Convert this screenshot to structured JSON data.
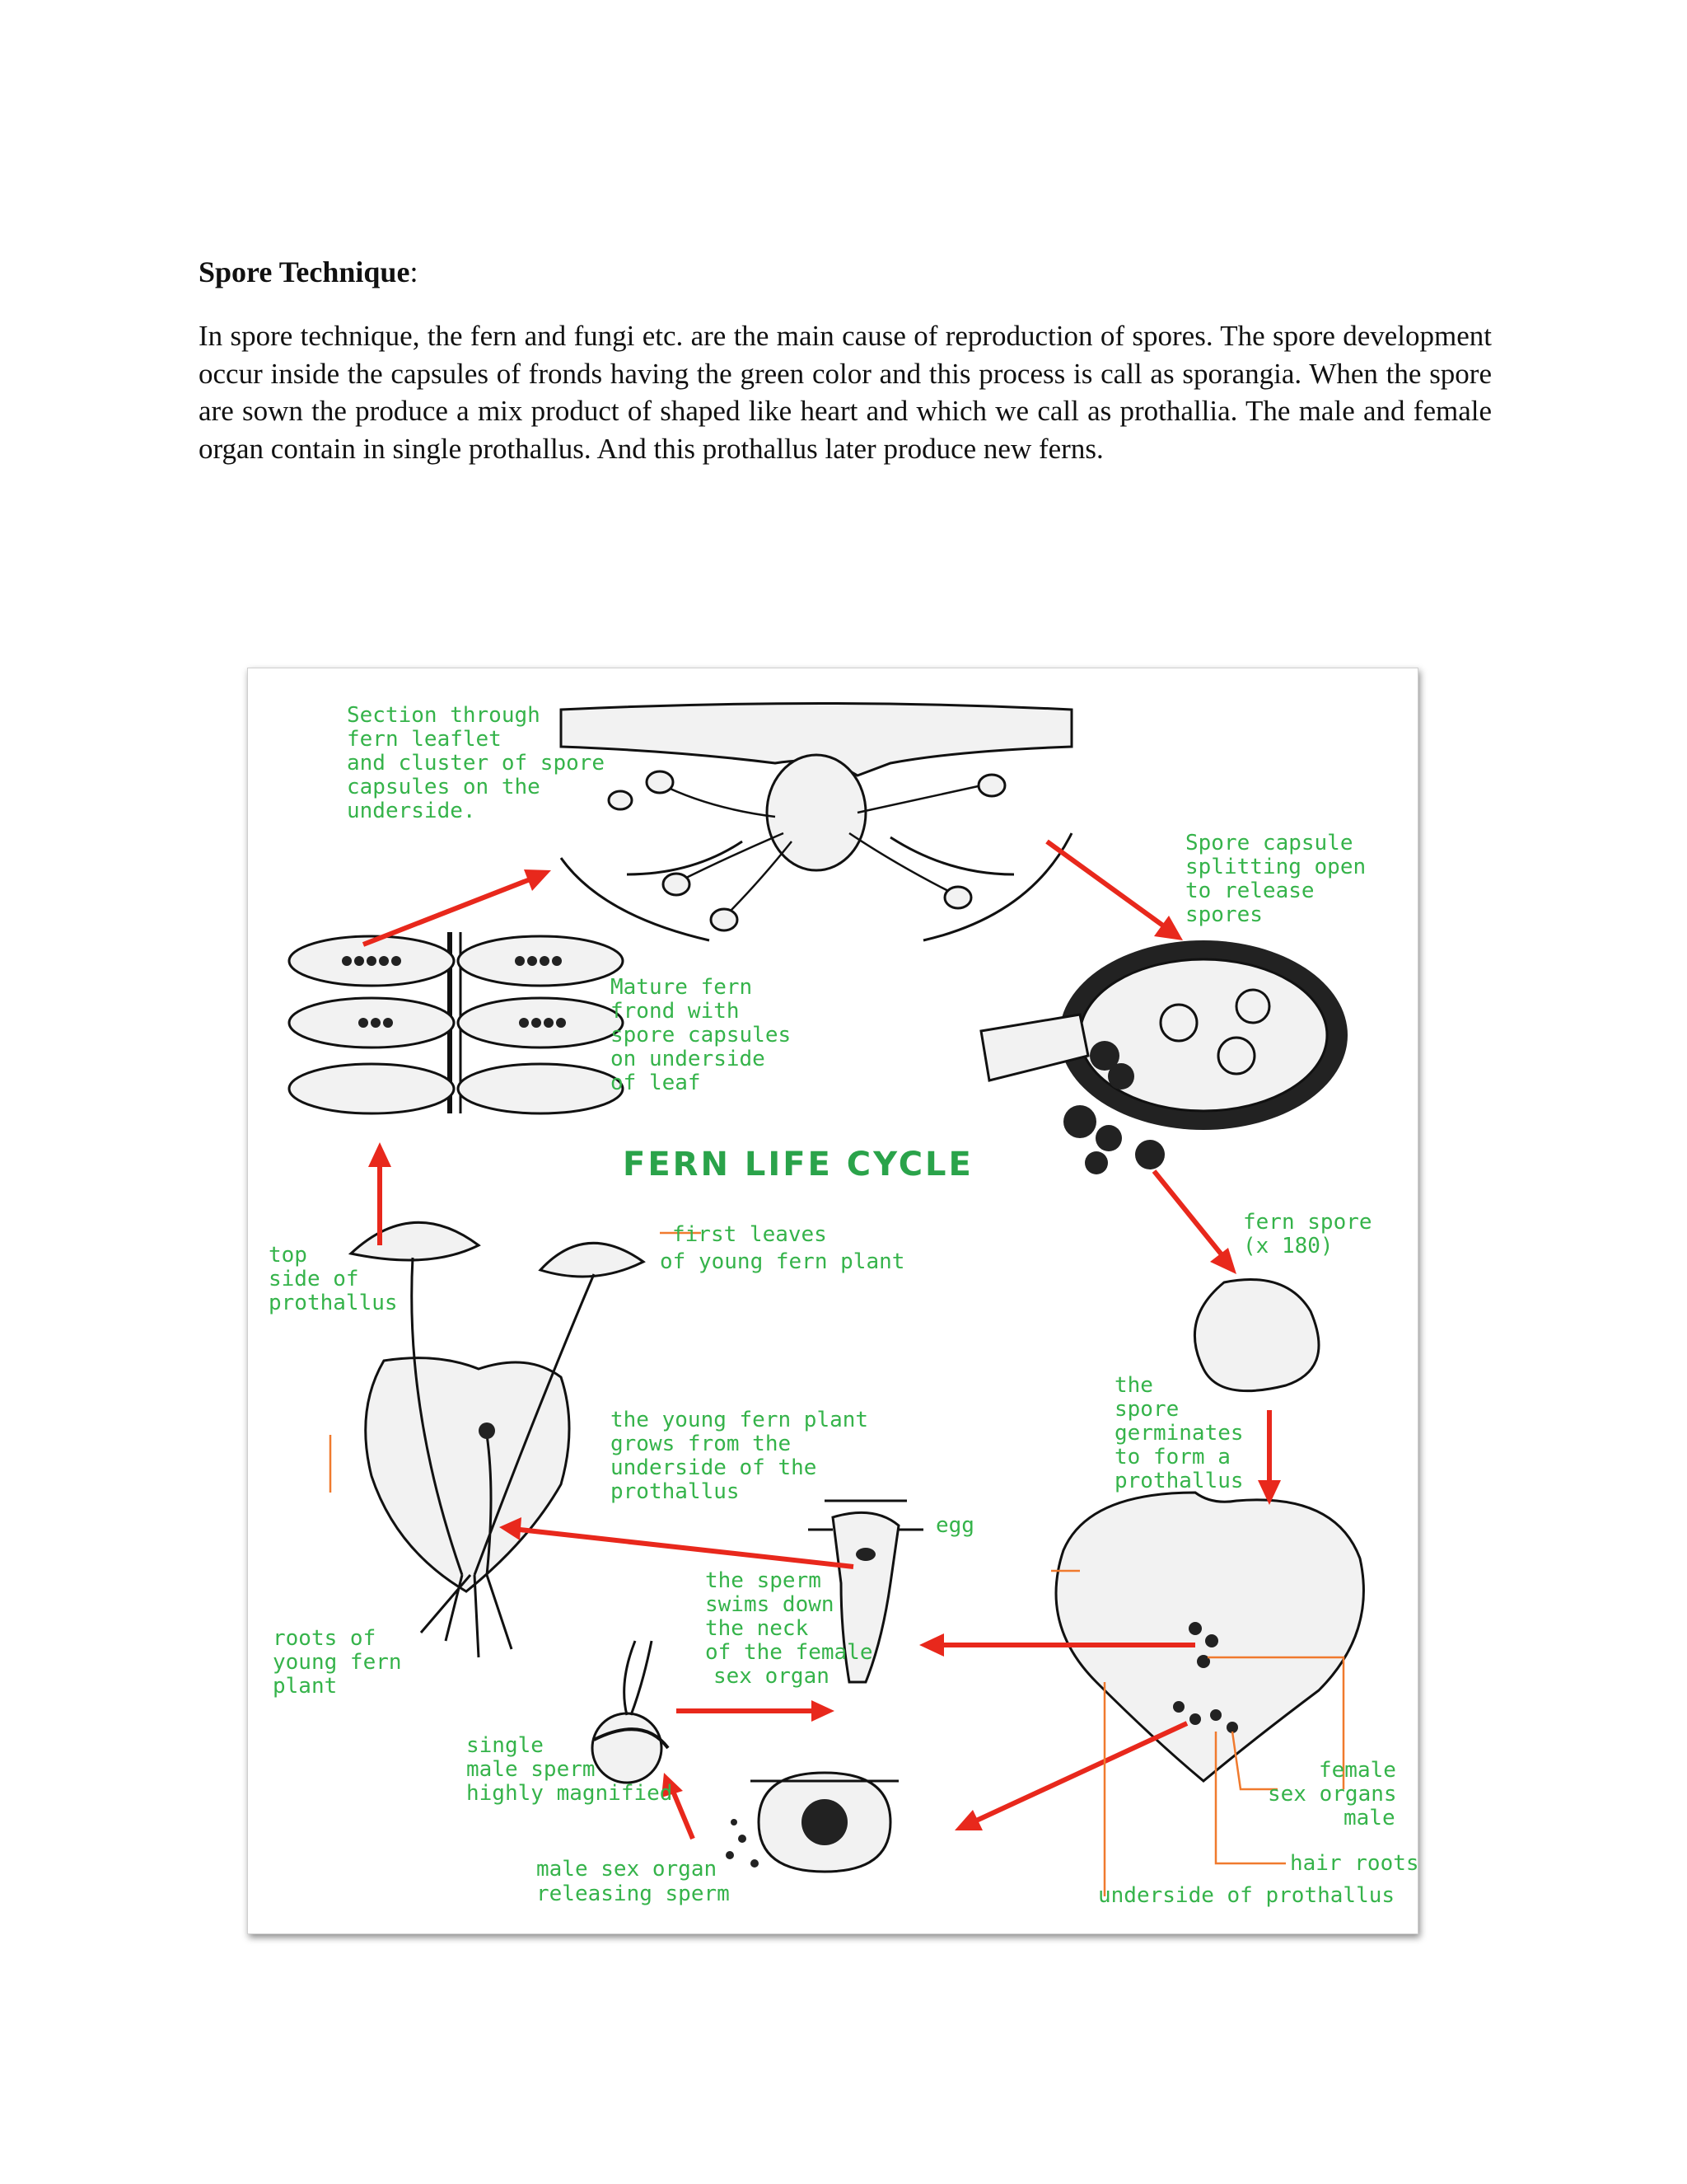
{
  "document": {
    "heading": "Spore Technique",
    "heading_suffix": ":",
    "paragraph": "In spore technique, the fern and fungi etc. are the main cause of reproduction of spores. The spore development occur inside the capsules of fronds having the green color and this process is call as sporangia. When the spore are sown the produce a mix product of shaped like heart and which we call as prothallia. The male and female organ contain in single prothallus. And this prothallus later produce new ferns."
  },
  "figure": {
    "title": "FERN LIFE CYCLE",
    "label_color": "#35b34a",
    "arrow_color": "#e8281c",
    "labels": {
      "section": [
        "Section through",
        "fern leaflet",
        "and cluster of spore",
        "capsules on the",
        "underside."
      ],
      "capsule": [
        "Spore capsule",
        "splitting open",
        "to release",
        "spores"
      ],
      "mature": [
        "Mature fern",
        "frond with",
        "spore capsules",
        "on underside",
        "of leaf"
      ],
      "spore": [
        "fern spore",
        "(x 180)"
      ],
      "first_leaves": [
        "first leaves",
        "of young fern plant"
      ],
      "top_side": [
        "top",
        "side of",
        "prothallus"
      ],
      "germinates": [
        "the",
        "spore",
        "germinates",
        "to form a",
        "prothallus"
      ],
      "young_plant": [
        "the young fern plant",
        "grows from the",
        "underside of the",
        "prothallus"
      ],
      "egg": "egg",
      "sperm_swims": [
        "the sperm",
        "swims down",
        "the neck",
        "of the female",
        "sex organ"
      ],
      "roots": [
        "roots of",
        "young fern",
        "plant"
      ],
      "single_sperm": [
        "single",
        "male sperm",
        "highly magnified"
      ],
      "female": [
        "female",
        "sex organs"
      ],
      "male": "male",
      "hair_roots": "hair roots",
      "male_organ": [
        "male sex organ",
        "releasing sperm"
      ],
      "underside": "underside of prothallus"
    }
  }
}
